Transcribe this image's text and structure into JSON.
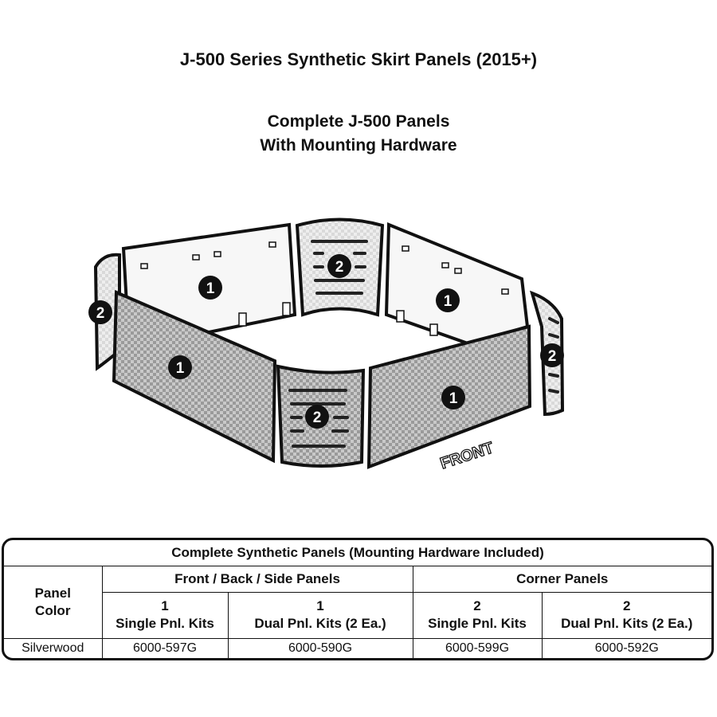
{
  "title": "J-500 Series Synthetic Skirt Panels (2015+)",
  "subtitle": [
    "Complete J-500 Panels",
    "With Mounting Hardware"
  ],
  "diagram": {
    "callout_1": "1",
    "callout_2": "2",
    "front_label": "FRONT"
  },
  "table": {
    "caption": "Complete Synthetic Panels (Mounting Hardware Included)",
    "row_header": "Panel Color",
    "group_front": "Front / Back / Side Panels",
    "group_corner": "Corner Panels",
    "columns": [
      {
        "num": "1",
        "label": "Single Pnl. Kits"
      },
      {
        "num": "1",
        "label": "Dual Pnl. Kits (2 Ea.)"
      },
      {
        "num": "2",
        "label": "Single Pnl. Kits"
      },
      {
        "num": "2",
        "label": "Dual Pnl. Kits (2 Ea.)"
      }
    ],
    "rows": [
      {
        "color": "Silverwood",
        "values": [
          "6000-597G",
          "6000-590G",
          "6000-599G",
          "6000-592G"
        ]
      }
    ]
  }
}
